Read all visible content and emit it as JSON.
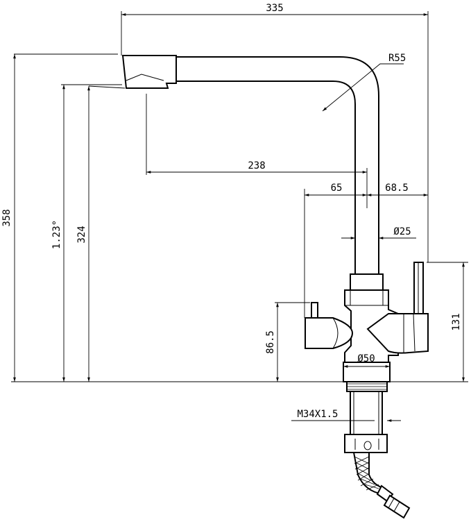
{
  "dimensions": {
    "total_width": "335",
    "bend_radius": "R55",
    "spout_reach": "238",
    "left_offset": "65",
    "right_offset": "68.5",
    "pipe_diameter": "Ø25",
    "total_height": "358",
    "spout_height": "324",
    "angle": "1.23°",
    "right_handle_height": "131",
    "left_handle_height": "86.5",
    "base_diameter": "Ø50",
    "thread": "M34X1.5"
  }
}
